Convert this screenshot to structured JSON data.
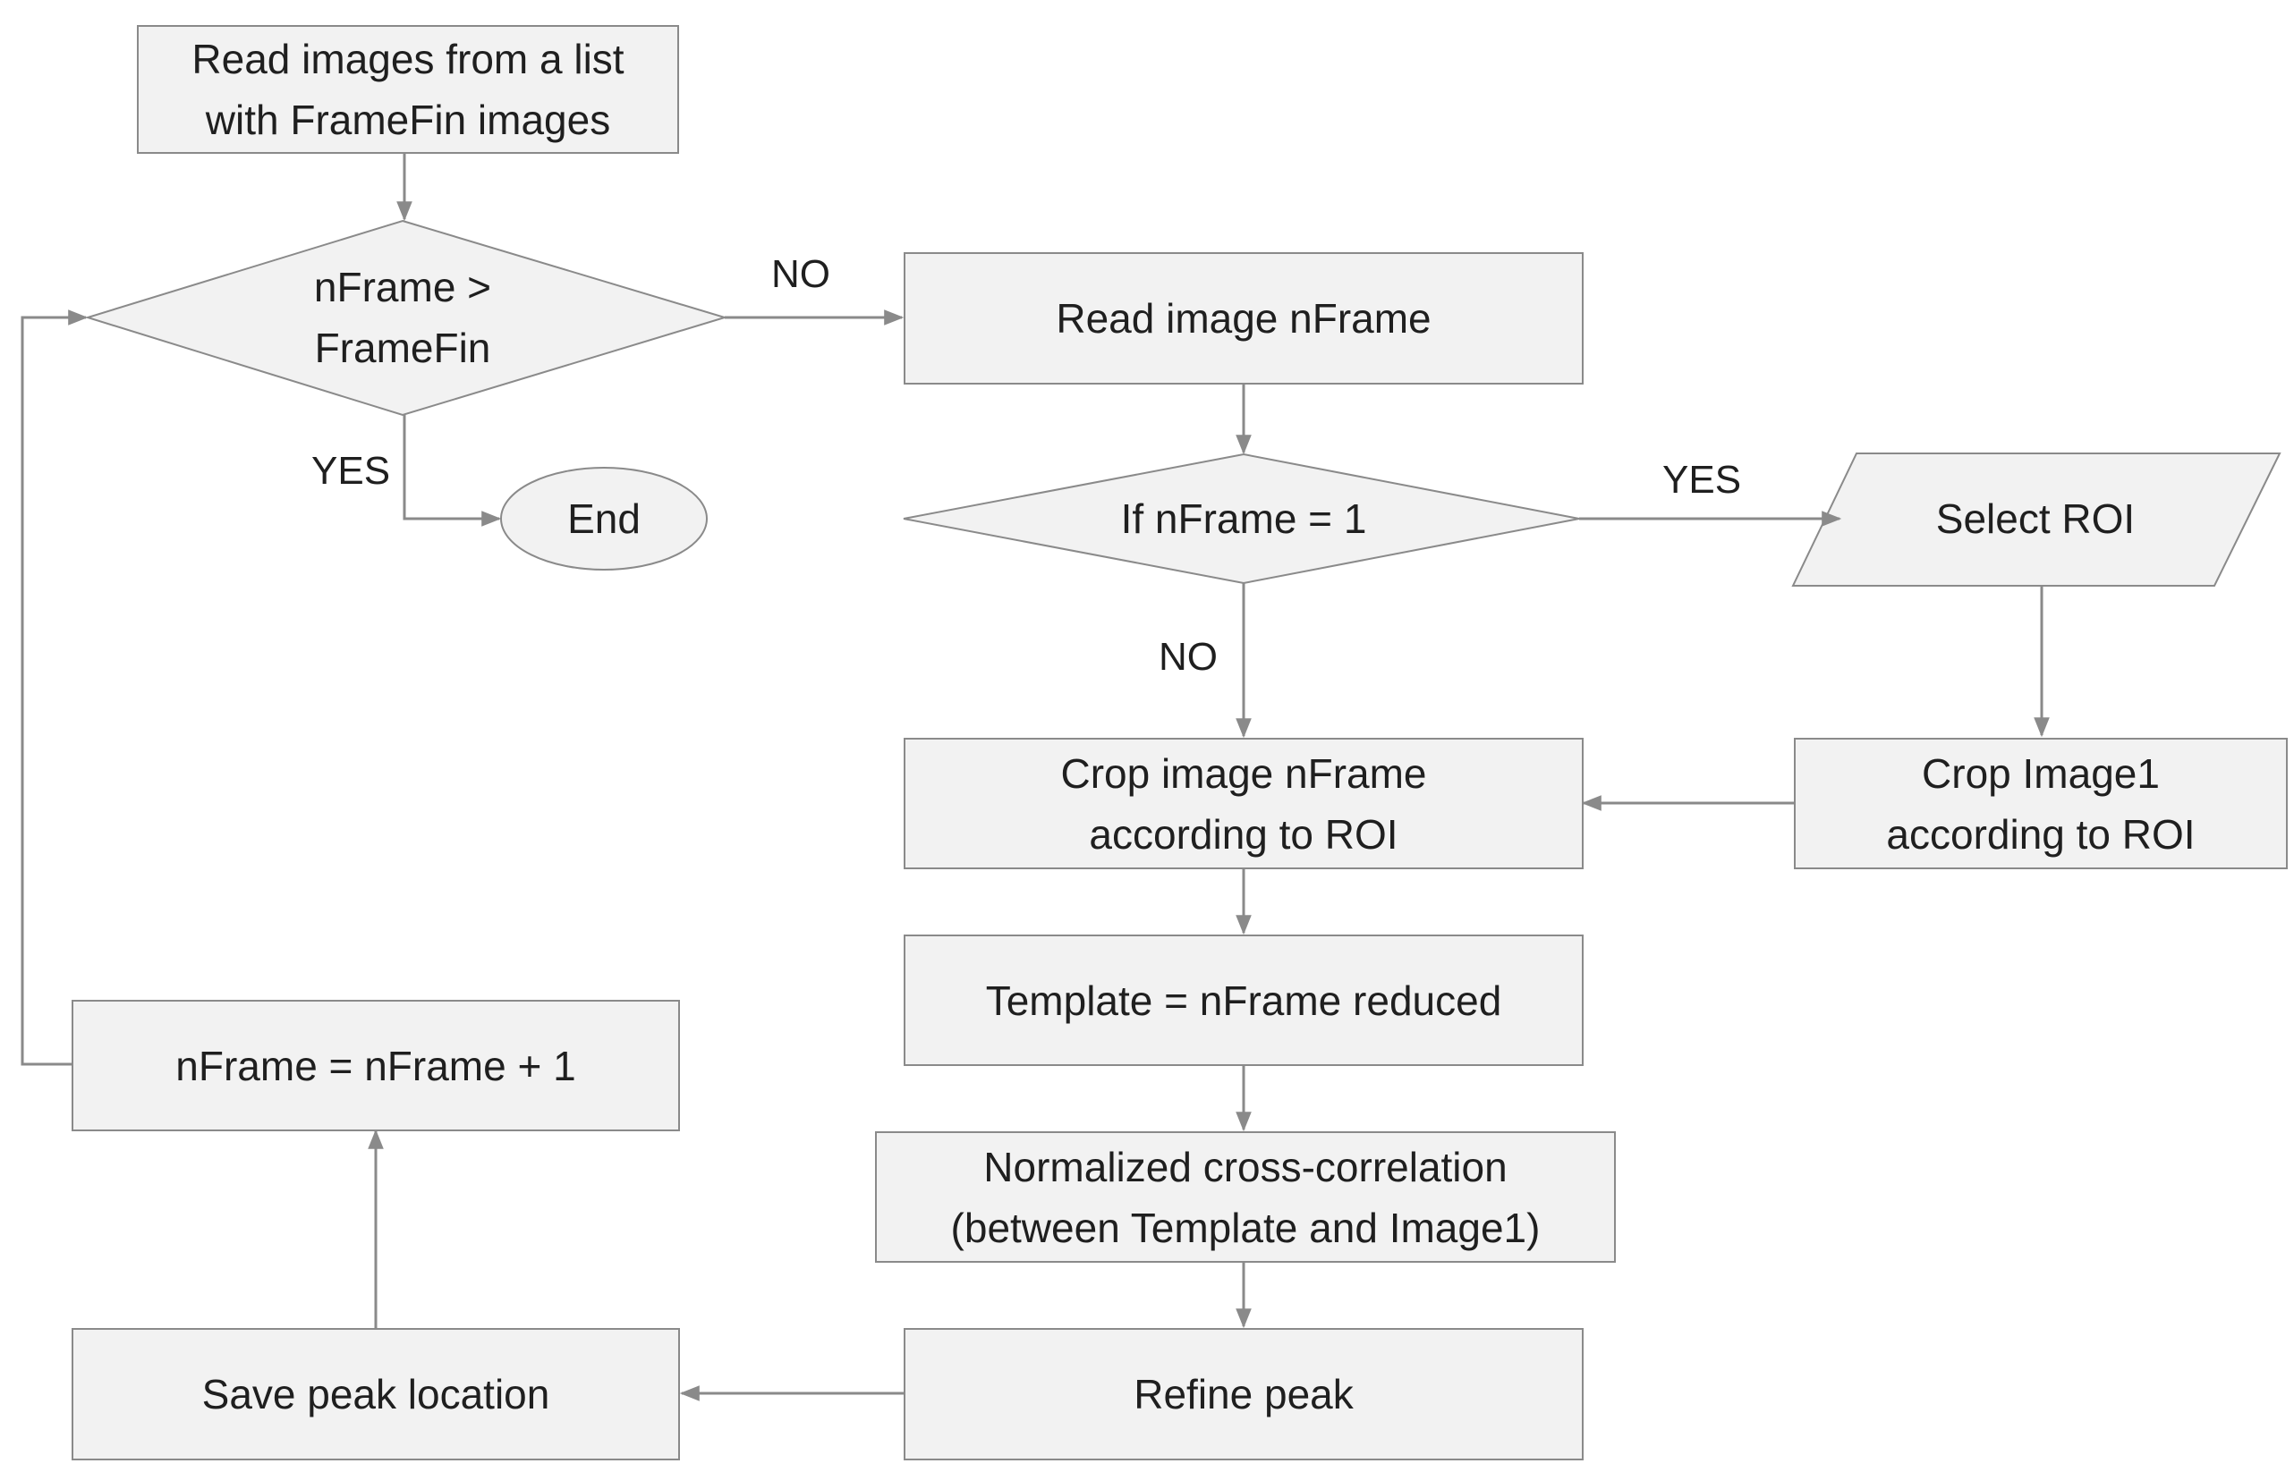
{
  "nodes": {
    "read_list": "Read images from a list\nwith FrameFin images",
    "check_frame": "nFrame >\nFrameFin",
    "end": "End",
    "read_image": "Read image nFrame",
    "if_first": "If nFrame = 1",
    "select_roi": "Select ROI",
    "crop_image1": "Crop Image1\naccording to ROI",
    "crop_nframe": "Crop image nFrame\naccording to ROI",
    "template": "Template = nFrame reduced",
    "ncc": "Normalized cross-correlation\n(between Template and Image1)",
    "refine_peak": "Refine peak",
    "save_peak": "Save peak location",
    "increment": "nFrame = nFrame + 1"
  },
  "edge_labels": {
    "check_no": "NO",
    "check_yes": "YES",
    "first_yes": "YES",
    "first_no": "NO"
  },
  "colors": {
    "fill": "#f2f2f2",
    "stroke": "#8a8a8a",
    "text": "#1f1f1f"
  }
}
